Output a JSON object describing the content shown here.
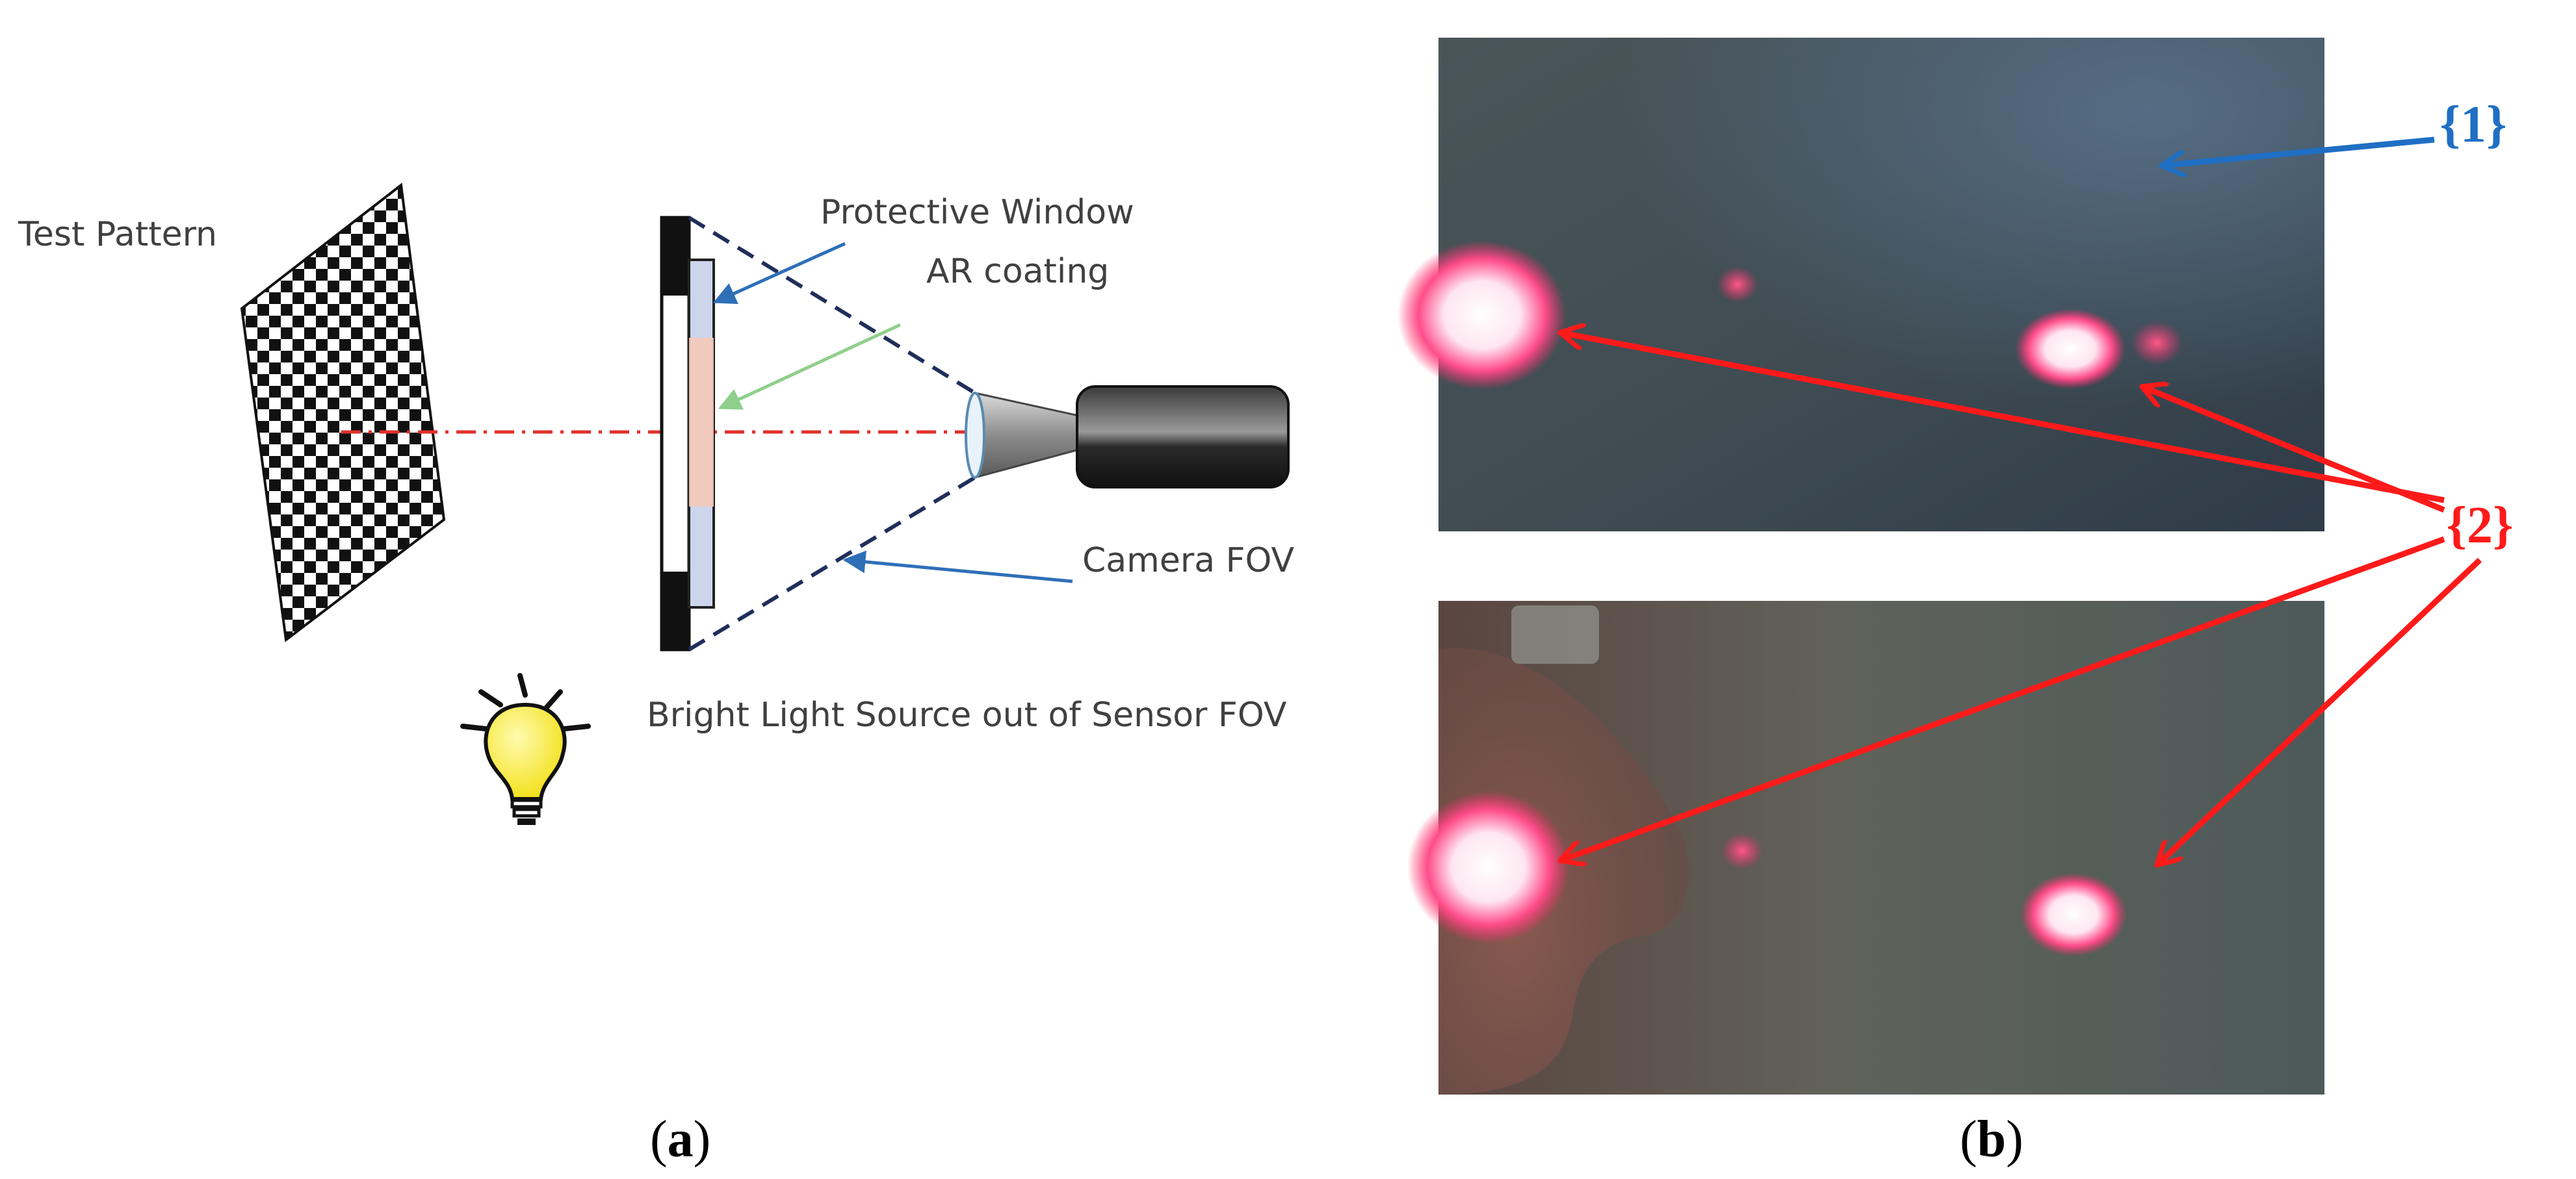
{
  "panel_a": {
    "labels": {
      "test_pattern": "Test Pattern",
      "protective_window": "Protective Window",
      "ar_coating": "AR coating",
      "camera_fov": "Camera FOV",
      "light_source": "Bright Light Source out of Sensor FOV"
    },
    "caption": {
      "open": "(",
      "letter": "a",
      "close": ")"
    }
  },
  "panel_b": {
    "tag_1": "{1}",
    "tag_2": "{2}",
    "caption": {
      "open": "(",
      "letter": "b",
      "close": ")"
    }
  },
  "colors": {
    "tag_1": "#1f6fc4",
    "tag_2": "#ff1a1a",
    "pointer_blue": "#2f6fb8",
    "pointer_green": "#8ecf8a",
    "optical_axis": "#e0302a",
    "fov_lines": "#1f2f5a",
    "bulb": "#f4e61c"
  },
  "icons": [
    "checkerboard-test-pattern",
    "camera-icon",
    "lightbulb-icon"
  ]
}
